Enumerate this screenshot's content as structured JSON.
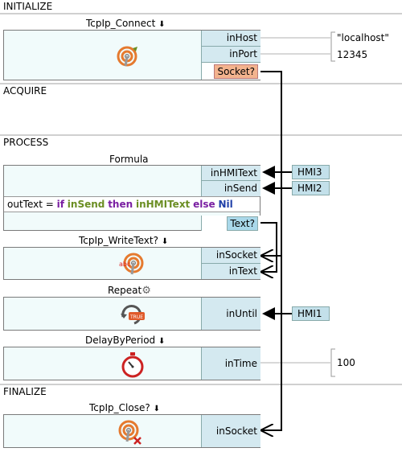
{
  "sections": {
    "initialize": "INITIALIZE",
    "acquire": "ACQUIRE",
    "process": "PROCESS",
    "finalize": "FINALIZE"
  },
  "blocks": {
    "tcpip_connect": {
      "title": "TcpIp_Connect",
      "title_marker": "↓",
      "inputs": [
        "inHost",
        "inPort"
      ],
      "output": "Socket?"
    },
    "formula": {
      "title": "Formula",
      "inputs": [
        "inHMIText",
        "inSend"
      ],
      "expression": {
        "lhs": "outText = ",
        "if": "if",
        "cond": "inSend",
        "then": "then",
        "then_val": "inHMIText",
        "else": "else",
        "else_val": "Nil"
      },
      "output": "Text?"
    },
    "tcpip_writetext": {
      "title": "TcpIp_WriteText?",
      "title_marker": "↓",
      "inputs": [
        "inSocket",
        "inText"
      ]
    },
    "repeat": {
      "title": "Repeat",
      "title_marker": "gear-icon",
      "inputs": [
        "inUntil"
      ]
    },
    "delaybyperiod": {
      "title": "DelayByPeriod",
      "title_marker": "↓",
      "inputs": [
        "inTime"
      ]
    },
    "tcpip_close": {
      "title": "TcpIp_Close?",
      "title_marker": "↓",
      "inputs": [
        "inSocket"
      ]
    }
  },
  "constants": {
    "host": "\"localhost\"",
    "port": "12345",
    "time": "100"
  },
  "hmi": {
    "hmi3": "HMI3",
    "hmi2": "HMI2",
    "hmi1": "HMI1"
  },
  "colors": {
    "block_bg": "#f1fbfb",
    "port_bg": "#d4e9f0",
    "socket_output": "#f3b38e",
    "text_output": "#a9d8ea",
    "hmi_bg": "#c3e0ea",
    "keyword": "#7a1fa2",
    "variable": "#6b8e23",
    "nil": "#1f3fa8"
  }
}
